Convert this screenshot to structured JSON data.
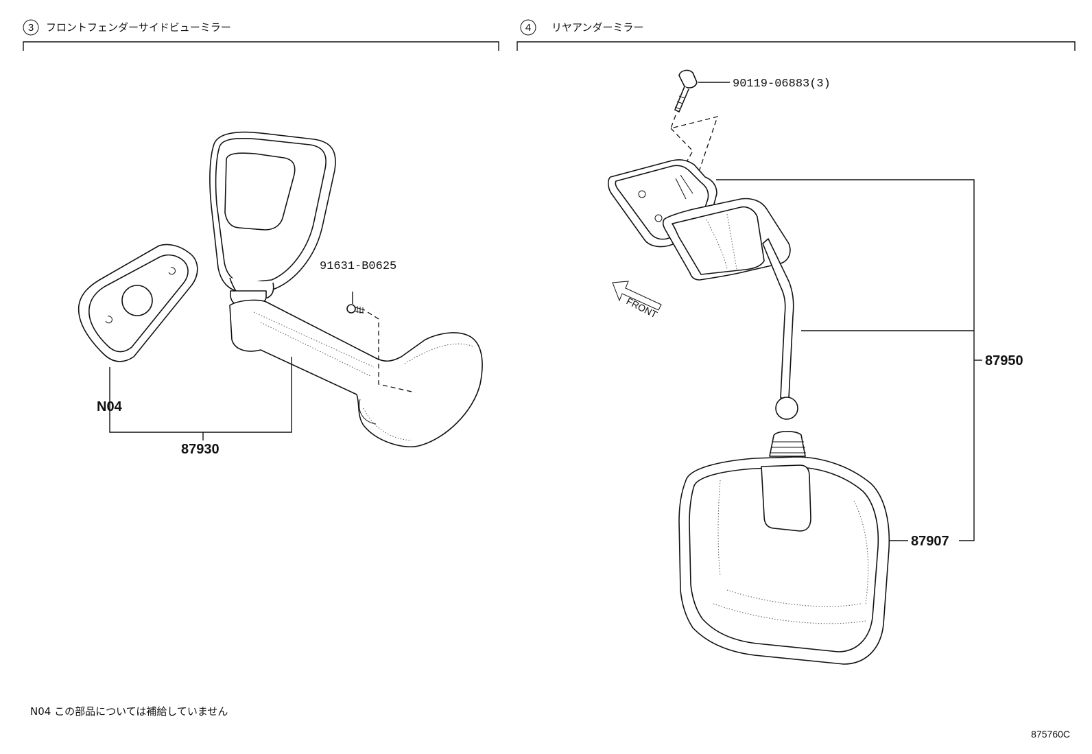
{
  "sections": [
    {
      "number": "3",
      "title": "フロントフェンダーサイドビューミラー"
    },
    {
      "number": "4",
      "title": "リヤアンダーミラー"
    }
  ],
  "parts": {
    "front_mirror_assembly": "87930",
    "front_screw": "91631-B0625",
    "front_cover_note": "N04",
    "rear_bolt": "90119-06883(3)",
    "rear_mirror_assembly": "87950",
    "rear_mirror_outer": "87907"
  },
  "direction_label": "FRONT",
  "footnote": "N04 この部品については補給していません",
  "illustration_code": "875760C"
}
